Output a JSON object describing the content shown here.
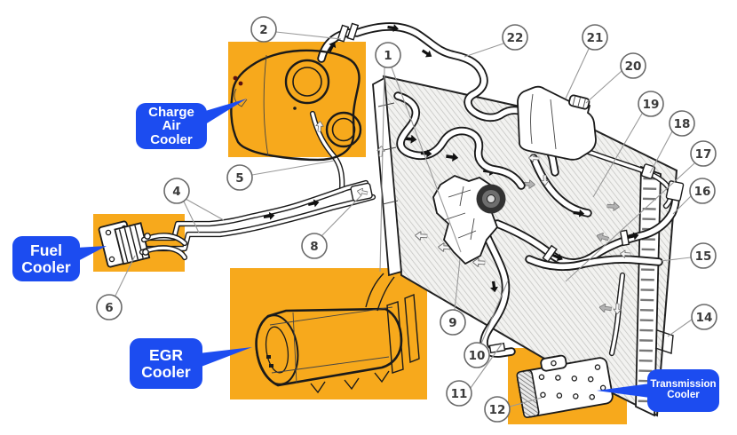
{
  "diagram": {
    "description": "Engine cooling system component location diagram with highlighted coolers",
    "background": "#FFFFFF",
    "colors": {
      "highlight": "#F7A91C",
      "label_background": "#1C4CF0",
      "label_text": "#FFFFFF",
      "line_art": "#1A1A1A",
      "leader_line": "#999999"
    },
    "callouts": [
      "1",
      "2",
      "4",
      "5",
      "6",
      "8",
      "9",
      "10",
      "11",
      "12",
      "14",
      "15",
      "16",
      "17",
      "18",
      "19",
      "20",
      "21",
      "22"
    ],
    "labels": {
      "charge_air": {
        "line1": "Charge",
        "line2": "Air",
        "line3": "Cooler"
      },
      "fuel": {
        "line1": "Fuel",
        "line2": "Cooler"
      },
      "egr": {
        "line1": "EGR",
        "line2": "Cooler"
      },
      "transmission": {
        "line1": "Transmission",
        "line2": "Cooler"
      }
    }
  }
}
